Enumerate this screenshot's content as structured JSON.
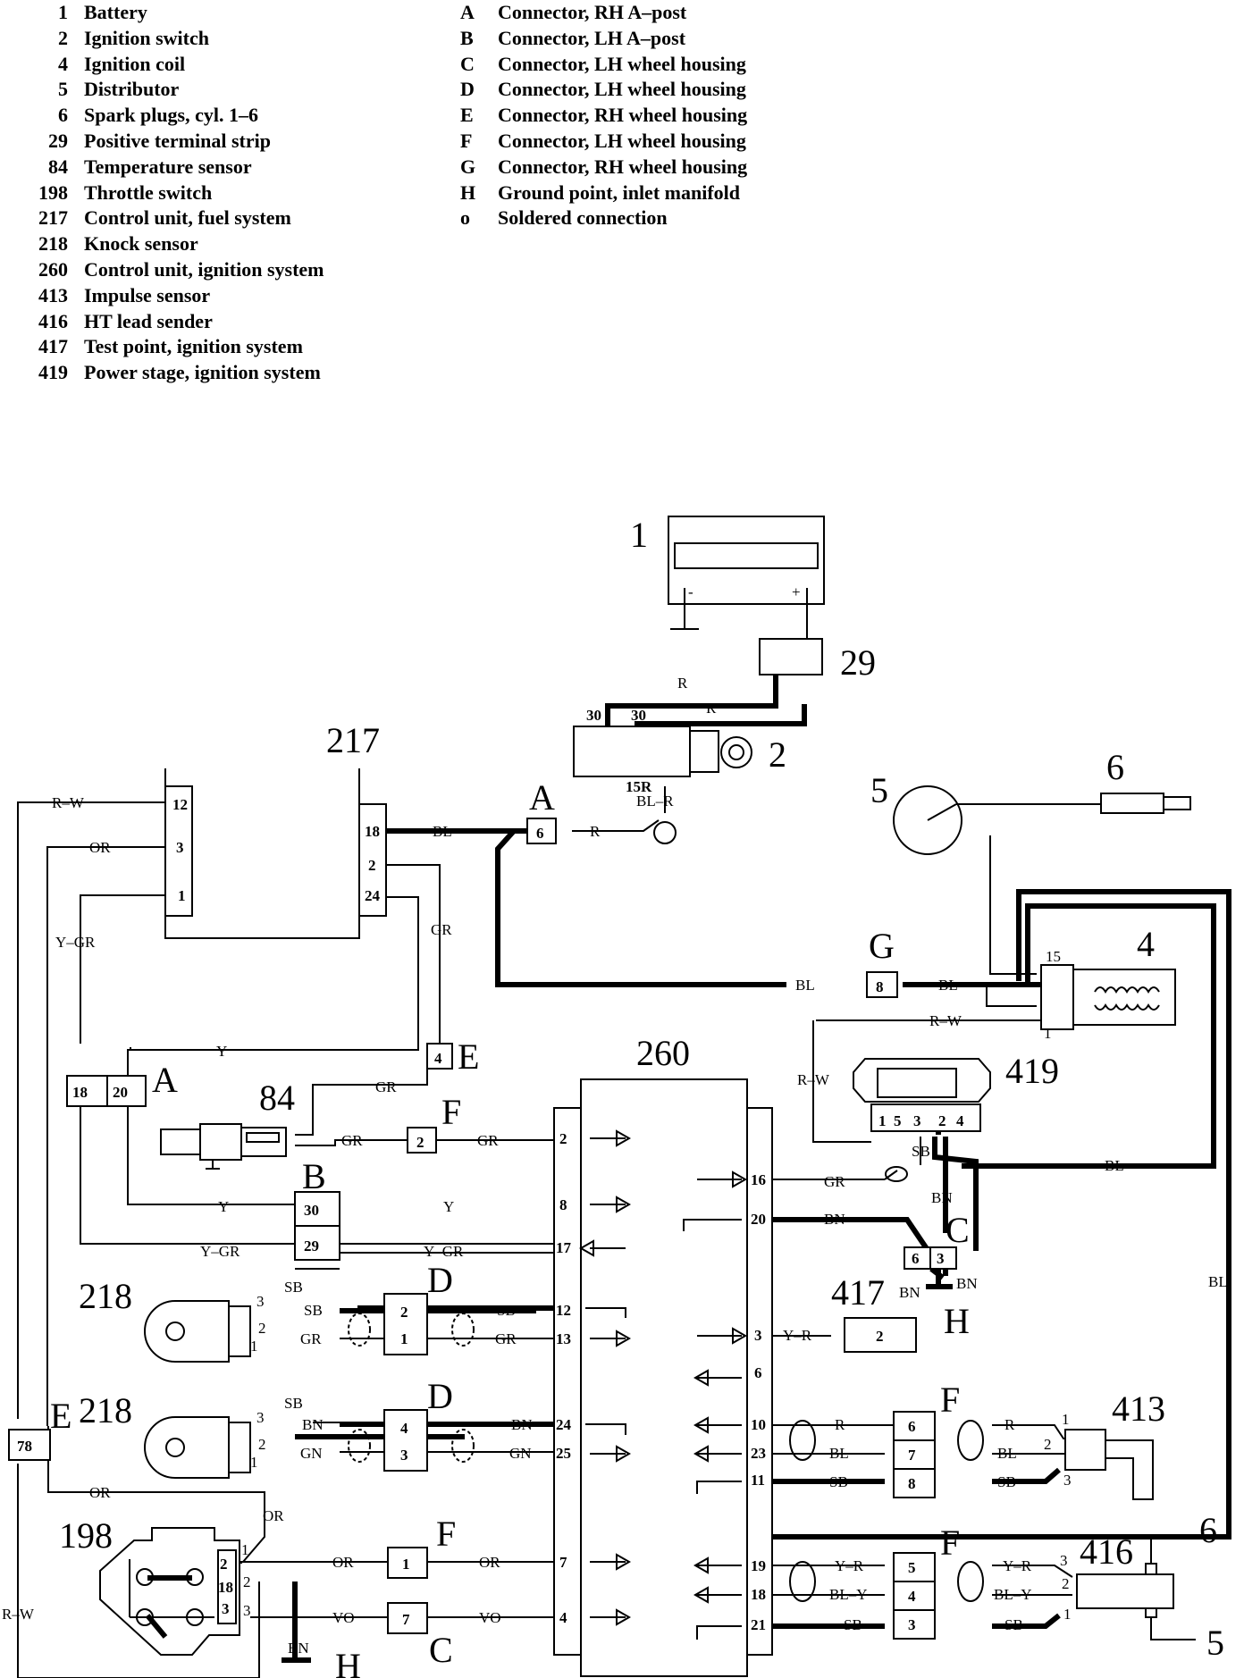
{
  "legend_components": [
    {
      "num": "1",
      "text": "Battery"
    },
    {
      "num": "2",
      "text": "Ignition switch"
    },
    {
      "num": "4",
      "text": "Ignition coil"
    },
    {
      "num": "5",
      "text": "Distributor"
    },
    {
      "num": "6",
      "text": "Spark plugs, cyl. 1–6"
    },
    {
      "num": "29",
      "text": "Positive terminal strip"
    },
    {
      "num": "84",
      "text": "Temperature sensor"
    },
    {
      "num": "198",
      "text": "Throttle switch"
    },
    {
      "num": "217",
      "text": "Control unit, fuel system"
    },
    {
      "num": "218",
      "text": "Knock sensor"
    },
    {
      "num": "260",
      "text": "Control unit, ignition system"
    },
    {
      "num": "413",
      "text": "Impulse sensor"
    },
    {
      "num": "416",
      "text": "HT lead sender"
    },
    {
      "num": "417",
      "text": "Test point, ignition system"
    },
    {
      "num": "419",
      "text": "Power stage, ignition system"
    }
  ],
  "legend_connectors": [
    {
      "num": "A",
      "text": "Connector, RH A–post"
    },
    {
      "num": "B",
      "text": "Connector, LH A–post"
    },
    {
      "num": "C",
      "text": "Connector, LH wheel housing"
    },
    {
      "num": "D",
      "text": "Connector, LH wheel housing"
    },
    {
      "num": "E",
      "text": "Connector, RH wheel housing"
    },
    {
      "num": "F",
      "text": "Connector, LH wheel housing"
    },
    {
      "num": "G",
      "text": "Connector, RH wheel housing"
    },
    {
      "num": "H",
      "text": "Ground point, inlet manifold"
    },
    {
      "num": "o",
      "text": "Soldered connection"
    }
  ],
  "diagram": {
    "component_labels": {
      "battery": "1",
      "terminal_strip": "29",
      "ignition_switch": "2",
      "fuel_unit": "217",
      "distributor": "5",
      "spark_plug": "6",
      "coil": "4",
      "ign_unit": "260",
      "power_stage": "419",
      "temp_sensor": "84",
      "knock_1": "218",
      "knock_2": "218",
      "test_point": "417",
      "impulse": "413",
      "throttle": "198",
      "ht_sender": "416",
      "ht_out_6": "6",
      "ht_out_5": "5"
    },
    "connector_letters": {
      "a_top": "A",
      "a_left": "A",
      "b": "B",
      "c_mid": "C",
      "c_bot": "C",
      "d1": "D",
      "d2": "D",
      "e_mid": "E",
      "e_left": "E",
      "f_84": "F",
      "f_413": "F",
      "f_416": "F",
      "f_198": "F",
      "g": "G",
      "h_mid": "H",
      "h_bot": "H"
    },
    "connector_pins": {
      "a6": "6",
      "g8": "8",
      "e4": "4",
      "a18": "18",
      "a20": "20",
      "f2": "2",
      "b30": "30",
      "b29": "29",
      "d2": "2",
      "d1": "1",
      "d4": "4",
      "d3": "3",
      "e78": "78",
      "f1": "1",
      "c7": "7",
      "c6": "6",
      "c3": "3",
      "tp2": "2",
      "f6": "6",
      "f7": "7",
      "f8": "8",
      "f5": "5",
      "f4": "4",
      "f3": "3"
    },
    "pin_numbers": {
      "u217_12": "12",
      "u217_3": "3",
      "u217_1": "1",
      "u217_18": "18",
      "u217_2": "2",
      "u217_24": "24",
      "sw_30a": "30",
      "sw_30b": "30",
      "sw_15r": "15R",
      "l2": "2",
      "l8": "8",
      "l17": "17",
      "l12": "12",
      "l13": "13",
      "l24": "24",
      "l25": "25",
      "l7": "7",
      "l4": "4",
      "r16": "16",
      "r20": "20",
      "r3": "3",
      "r6": "6",
      "r10": "10",
      "r23": "23",
      "r11": "11",
      "r19": "19",
      "r18": "18",
      "r21": "21",
      "ps1": "1",
      "ps5": "5",
      "ps3": "3",
      "ps2": "2",
      "ps4": "4",
      "coil15": "15",
      "coil1": "1",
      "k1_3": "3",
      "k1_2": "2",
      "k1_1": "1",
      "k2_3": "3",
      "k2_2": "2",
      "k2_1": "1",
      "i1": "1",
      "i2": "2",
      "i3": "3",
      "h3": "3",
      "h2": "2",
      "h1": "1",
      "t2": "2",
      "t18": "18",
      "t3": "3",
      "t1": "1",
      "t2b": "2",
      "t3b": "3"
    },
    "wire_labels": {
      "rw_top": "R–W",
      "or_top": "OR",
      "ygr_left": "Y–GR",
      "bl_18": "BL",
      "r_a": "R",
      "blr": "BL–R",
      "r_sw1": "R",
      "r_sw2": "R",
      "gr_217": "GR",
      "y_a": "Y",
      "gr_e": "GR",
      "bl_g1": "BL",
      "bl_g2": "BL",
      "rw_ps": "R–W",
      "rw_ps2": "R–W",
      "gr_84": "GR",
      "gr_f": "GR",
      "y_b1": "Y",
      "y_b2": "Y",
      "ygr_b1": "Y–GR",
      "ygr_b2": "Y–GR",
      "gr_16": "GR",
      "sb_ps": "SB",
      "bn_ps": "BN",
      "bl_ps": "BL",
      "bn_20": "BN",
      "bn_c1": "BN",
      "bn_c2": "BN",
      "bl_right": "BL",
      "sb_k1a": "SB",
      "sb_k1b": "SB",
      "sb_k1c": "SB",
      "gr_k1a": "GR",
      "gr_k1b": "GR",
      "yr_tp": "Y–R",
      "sb_k2a": "SB",
      "bn_k2a": "BN",
      "bn_k2b": "BN",
      "gn_k2a": "GN",
      "gn_k2b": "GN",
      "r_413a": "R",
      "r_413b": "R",
      "bl_413a": "BL",
      "bl_413b": "BL",
      "sb_413a": "SB",
      "sb_413b": "SB",
      "or_mid": "OR",
      "or_198": "OR",
      "or_f1": "OR",
      "or_f2": "OR",
      "vo1": "VO",
      "vo2": "VO",
      "yr_416a": "Y–R",
      "yr_416b": "Y–R",
      "bly_a": "BL–Y",
      "bly_b": "BL–Y",
      "sb_416a": "SB",
      "sb_416b": "SB",
      "rw_left": "R–W",
      "bn_bot": "BN"
    }
  }
}
